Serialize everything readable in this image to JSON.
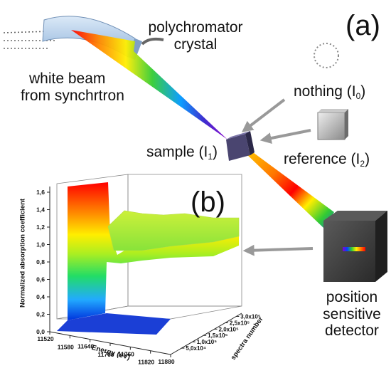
{
  "panel_a": {
    "panel_label": "(a)",
    "white_beam_label": [
      "white beam",
      "from synchrtron"
    ],
    "polychromator_label": [
      "polychromator",
      "crystal"
    ],
    "nothing_label": {
      "text": "nothing (I",
      "sub": "0",
      "close": ")"
    },
    "sample_label": {
      "text": "sample (I",
      "sub": "1",
      "close": ")"
    },
    "reference_label": {
      "text": "reference (I",
      "sub": "2",
      "close": ")"
    },
    "detector_label": [
      "position",
      "sensitive",
      "detector"
    ]
  },
  "panel_b": {
    "panel_label": "(b)",
    "z_axis_title": "Normalized absorption coefficient",
    "z_ticks": [
      "0,0",
      "0,2",
      "0,4",
      "0,6",
      "0,8",
      "1,0",
      "1,2",
      "1,4",
      "1,6"
    ],
    "x_axis_title": "Energy (eV)",
    "x_ticks": [
      "11520",
      "11580",
      "11640",
      "11700",
      "11760",
      "11820",
      "11880"
    ],
    "y_axis_title": "spectra number",
    "y_ticks": [
      "5,0x10⁴",
      "1,0x10⁵",
      "1,5x10⁵",
      "2,0x10⁵",
      "2,5x10⁵",
      "3,0x10⁵"
    ]
  },
  "colors": {
    "spectrum": [
      "#ff0000",
      "#ff8800",
      "#ffee00",
      "#33cc33",
      "#0099ff",
      "#3322cc",
      "#8800cc"
    ],
    "detector_body": "#3a3a3a",
    "arrow_gray": "#999999",
    "crystal": "#a9c8ea"
  }
}
